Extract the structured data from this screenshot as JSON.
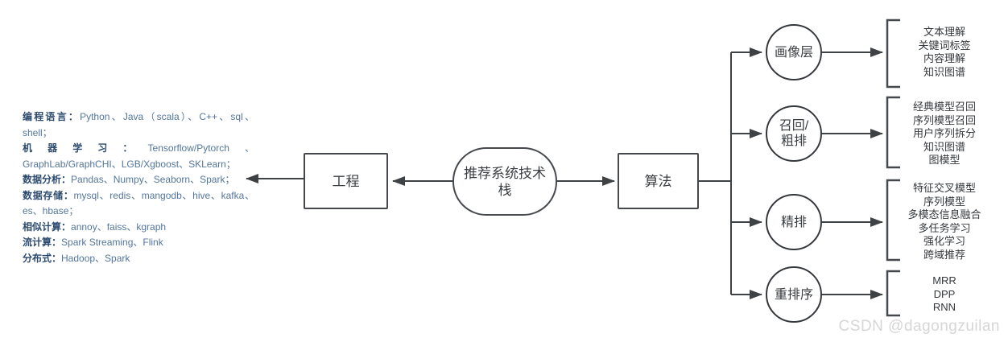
{
  "colors": {
    "line": "#3f4245",
    "node_border": "#45494e",
    "node_text": "#3a3e42",
    "tech_label_text": "#2b4a6e",
    "tech_value_text": "#54769c",
    "watermark_text": "#d6d6d6"
  },
  "diagram": {
    "root": {
      "label": "推荐系统技术\n栈"
    },
    "engineering": {
      "label": "工程"
    },
    "algorithm": {
      "label": "算法"
    },
    "stages": [
      {
        "label": "画像层",
        "items": [
          "文本理解",
          "关键词标签",
          "内容理解",
          "知识图谱"
        ]
      },
      {
        "label": "召回/\n粗排",
        "items": [
          "经典模型召回",
          "序列模型召回",
          "用户序列拆分",
          "知识图谱",
          "图模型"
        ]
      },
      {
        "label": "精排",
        "items": [
          "特征交叉模型",
          "序列模型",
          "多模态信息融合",
          "多任务学习",
          "强化学习",
          "跨域推荐"
        ]
      },
      {
        "label": "重排序",
        "items": [
          "MRR",
          "DPP",
          "RNN"
        ]
      }
    ],
    "engineering_stack": [
      {
        "label": "编程语言：",
        "value": "Python、Java（scala）、C++、sql、shell；"
      },
      {
        "label": "机器学习：",
        "value": "Tensorflow/Pytorch、GraphLab/GraphCHI、LGB/Xgboost、SKLearn；"
      },
      {
        "label": "数据分析：",
        "value": "Pandas、Numpy、Seaborn、Spark；"
      },
      {
        "label": "数据存储：",
        "value": "mysql、redis、mangodb、hive、kafka、es、hbase；"
      },
      {
        "label": "相似计算：",
        "value": "annoy、faiss、kgraph"
      },
      {
        "label": "流计算：",
        "value": "Spark Streaming、Flink"
      },
      {
        "label": "分布式：",
        "value": "Hadoop、Spark"
      }
    ]
  },
  "watermark": "CSDN @dagongzuilan"
}
